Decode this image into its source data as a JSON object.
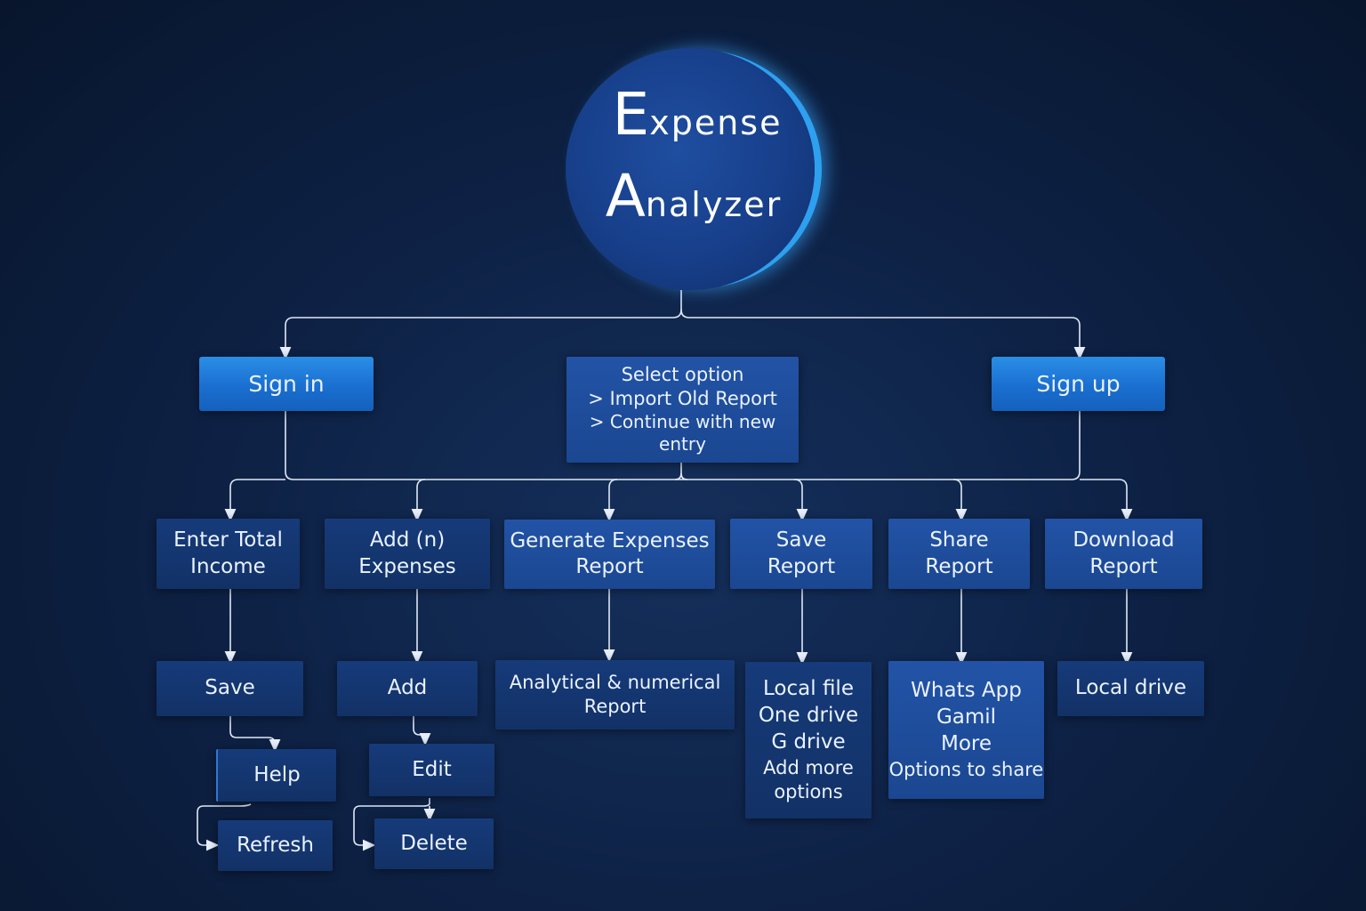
{
  "title": {
    "line1_cap": "E",
    "line1_rest": "xpense",
    "line2_cap": "A",
    "line2_rest": "nalyzer"
  },
  "top_level": {
    "sign_in": "Sign in",
    "sign_up": "Sign up",
    "select_option": [
      "Select option",
      "> Import Old Report",
      "> Continue with new entry"
    ]
  },
  "actions": {
    "enter_income": [
      "Enter Total",
      "Income"
    ],
    "add_expenses": [
      "Add (n)",
      "Expenses"
    ],
    "generate_report": [
      "Generate Expenses",
      "Report"
    ],
    "save_report": [
      "Save",
      "Report"
    ],
    "share_report": [
      "Share",
      "Report"
    ],
    "download_report": [
      "Download",
      "Report"
    ]
  },
  "sub": {
    "save": "Save",
    "help": "Help",
    "refresh": "Refresh",
    "add": "Add",
    "edit": "Edit",
    "delete": "Delete",
    "analytical": [
      "Analytical & numerical",
      "Report"
    ],
    "save_targets": [
      "Local file",
      "One drive",
      "G drive",
      "Add more",
      "options"
    ],
    "share_targets": [
      "Whats App",
      "Gamil",
      "More",
      "Options to share"
    ],
    "local_drive": "Local drive"
  },
  "colors": {
    "background": "#0e2246",
    "bright_box": "#1a6fd0",
    "mid_box": "#1b4791",
    "dark_box": "#123166",
    "connector": "#dfe8f5",
    "circle_glow": "#2ea0f0"
  }
}
